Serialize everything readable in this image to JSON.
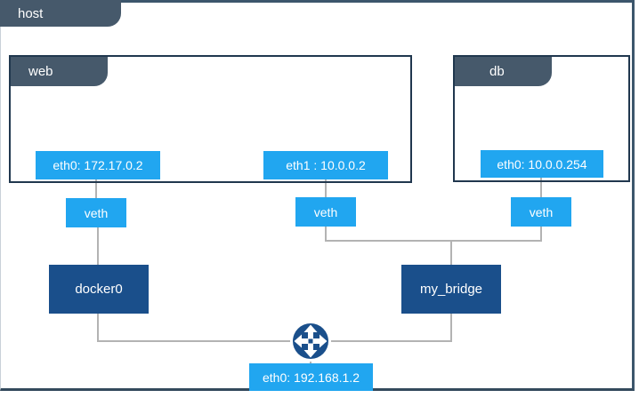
{
  "host": {
    "label": "host",
    "interface": {
      "label": "eth0: 192.168.1.2"
    }
  },
  "containers": [
    {
      "name": "web",
      "interfaces": [
        {
          "label": "eth0: 172.17.0.2"
        },
        {
          "label": "eth1 : 10.0.0.2"
        }
      ]
    },
    {
      "name": "db",
      "interfaces": [
        {
          "label": "eth0: 10.0.0.254"
        }
      ]
    }
  ],
  "veths": [
    {
      "label": "veth"
    },
    {
      "label": "veth"
    },
    {
      "label": "veth"
    }
  ],
  "bridges": [
    {
      "label": "docker0"
    },
    {
      "label": "my_bridge"
    }
  ],
  "icons": {
    "router": "router-icon"
  },
  "colors": {
    "accent_blue": "#21a6f0",
    "navy": "#1a4f8b",
    "slate_tab": "#46596b",
    "container_border": "#20374e",
    "connector_gray": "#b3b3b3"
  }
}
